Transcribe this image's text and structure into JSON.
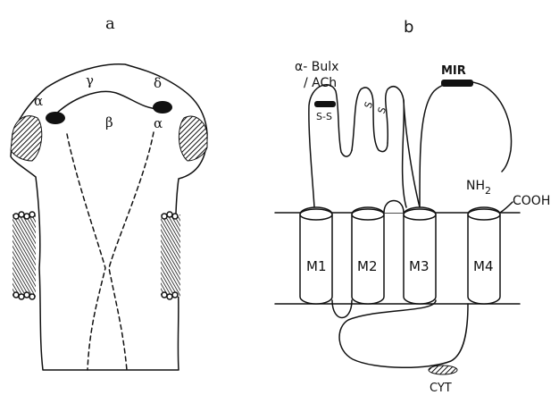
{
  "panel_a": {
    "label": "a",
    "subunits": {
      "alpha_left": "α",
      "gamma": "γ",
      "delta": "δ",
      "beta": "β",
      "alpha_right": "α"
    }
  },
  "panel_b": {
    "label": "b",
    "binding_site_line1": "α- Bulx",
    "binding_site_line2": "/ ACh",
    "disulfide_1": "S-S",
    "disulfide_2_s1": "S",
    "disulfide_2_s2": "S",
    "mir": "MIR",
    "nh2": "NH",
    "nh2_sub": "2",
    "cooh": "COOH",
    "m1": "M1",
    "m2": "M2",
    "m3": "M3",
    "m4": "M4",
    "cyt": "CYT"
  },
  "colors": {
    "ink": "#111111",
    "background": "#ffffff"
  }
}
